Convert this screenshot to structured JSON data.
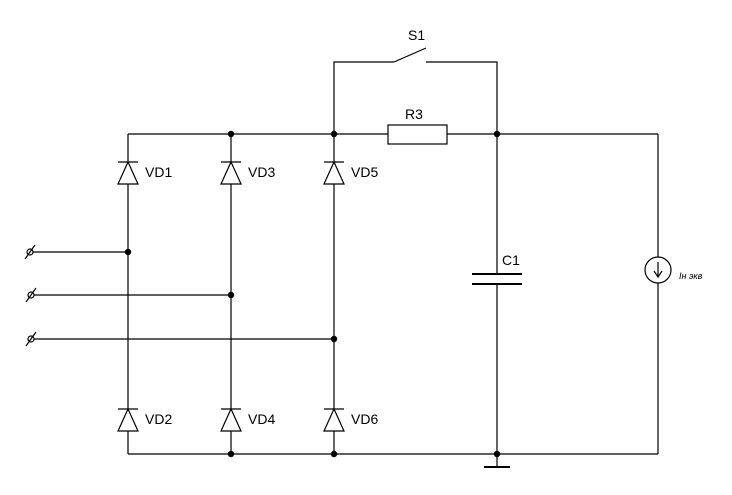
{
  "labels": {
    "vd1": "VD1",
    "vd2": "VD2",
    "vd3": "VD3",
    "vd4": "VD4",
    "vd5": "VD5",
    "vd6": "VD6",
    "s1": "S1",
    "r3": "R3",
    "c1": "C1",
    "load": "Iн экв"
  },
  "colors": {
    "line": "#000000",
    "background": "#ffffff"
  },
  "icons": {
    "diode": "diode-icon",
    "switch": "switch-icon",
    "resistor": "resistor-icon",
    "capacitor": "capacitor-icon",
    "current_source": "current-source-icon",
    "ground": "ground-icon",
    "terminal": "terminal-icon"
  }
}
